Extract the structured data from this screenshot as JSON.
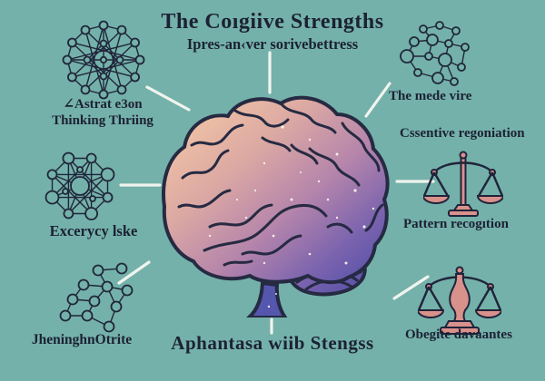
{
  "colors": {
    "background": "#74b1aa",
    "text": "#1c2133",
    "outline": "#262a42",
    "connector_line": "#f1f4ee",
    "scale_fill": "#d9918c",
    "brain_peach": "#f4c7a4",
    "brain_mauve": "#c793a6",
    "brain_purple": "#8266ae",
    "brain_indigo": "#4b4ba6"
  },
  "header": {
    "title": "The Coıgiive Strengths",
    "subtitle": "Ipres-an‹ver sorivebettress"
  },
  "footer": {
    "caption": "Aphantasa wiib Stengss"
  },
  "center_illustration": "brain-side-view",
  "left_items": [
    {
      "icon": "network-graph-icon",
      "label_line1": "∠Astrat e3on",
      "label_line2": "Thinking Thriing"
    },
    {
      "icon": "network-graph-icon",
      "label_line1": "Excerycy lske",
      "label_line2": ""
    },
    {
      "icon": "network-graph-icon",
      "label_line1": "JheninghnOtrite",
      "label_line2": ""
    }
  ],
  "right_items": [
    {
      "icon": "network-graph-icon",
      "label": "The mede vire"
    },
    {
      "icon": "none",
      "label": "Cssentive regoniation"
    },
    {
      "icon": "balance-scale-icon",
      "label": "Pattern recogıtion"
    },
    {
      "icon": "balance-scale-icon",
      "label": "Obegite davaantes"
    }
  ]
}
